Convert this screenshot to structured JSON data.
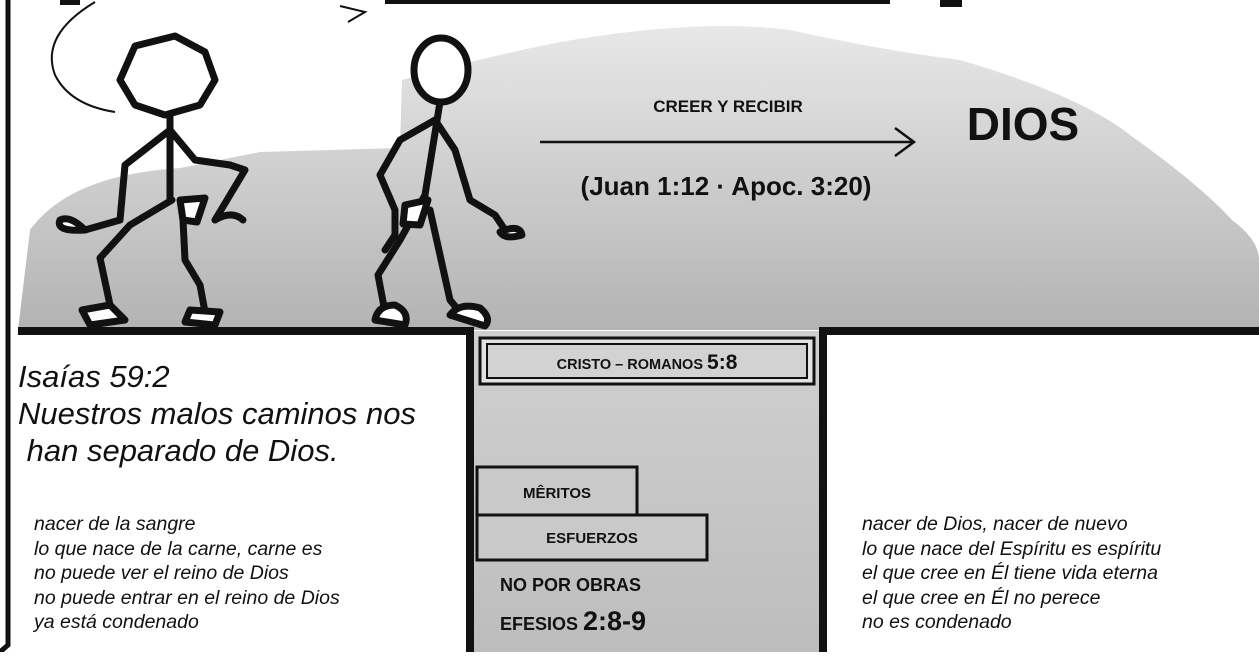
{
  "diagram": {
    "arrow_label_top": "CREER Y RECIBIR",
    "arrow_label_bottom": "(Juan 1:12 · Apoc. 3:20)",
    "god_label": "DIOS",
    "bridge_label_prefix": "CRISTO – ROMANOS ",
    "bridge_label_ref": "5:8",
    "steps": {
      "meritos": "MÊRITOS",
      "esfuerzos": "ESFUERZOS"
    },
    "no_works_line1": "NO POR OBRAS",
    "no_works_line2_prefix": "EFESIOS ",
    "no_works_line2_ref": "2:8-9",
    "verse": {
      "ref": "Isaías 59:2",
      "line1": "Nuestros malos caminos nos",
      "line2": " han separado de Dios."
    },
    "left_list": [
      "nacer de la sangre",
      "lo que nace de la carne, carne es",
      "no puede ver el reino de Dios",
      "no puede entrar en el reino de Dios",
      "ya está condenado"
    ],
    "right_list": [
      "nacer de Dios, nacer de nuevo",
      "lo que nace del Espíritu es espíritu",
      "el que cree en Él tiene vida eterna",
      "el que cree en Él no perece",
      "no es condenado"
    ]
  },
  "colors": {
    "ink": "#111111",
    "cloud_top": "#e6e6e6",
    "cloud_bottom": "#b5b5b5",
    "pit": "#c4c4c4"
  }
}
